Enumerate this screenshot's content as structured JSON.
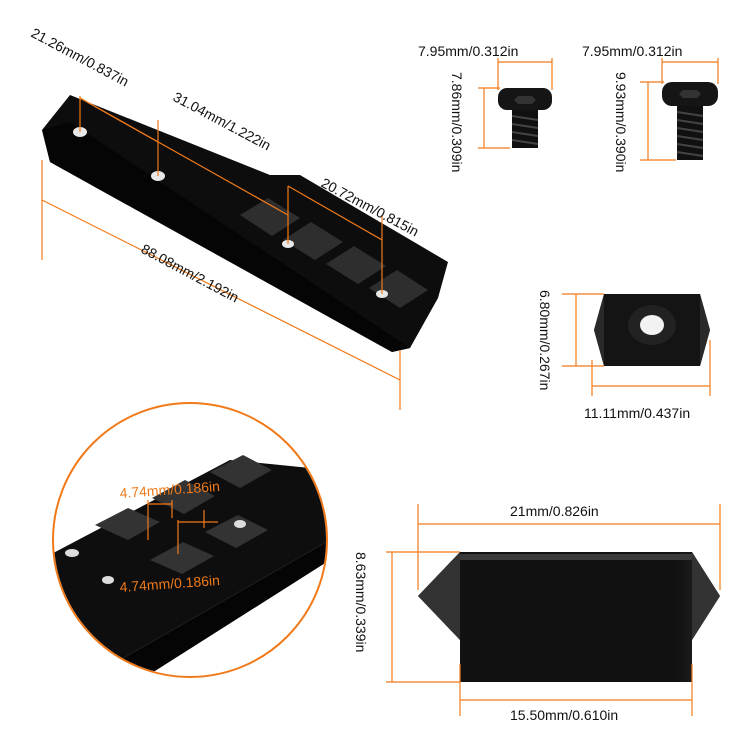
{
  "rail": {
    "hole_spacing_1": "21.26mm/0.837in",
    "hole_spacing_2": "31.04mm/1.222in",
    "rail_length": "20.72mm/0.815in",
    "total_length": "88.08mm/2.192in"
  },
  "screw_short": {
    "head_diameter": "7.95mm/0.312in",
    "length": "7.86mm/0.309in"
  },
  "screw_long": {
    "head_diameter": "7.95mm/0.312in",
    "length": "9.93mm/0.390in"
  },
  "nut": {
    "height": "6.80mm/0.267in",
    "width": "11.11mm/0.437in"
  },
  "detail": {
    "slot_width": "4.74mm/0.186in",
    "slot_spacing": "4.74mm/0.186in"
  },
  "profile": {
    "top_width": "21mm/0.826in",
    "height": "8.63mm/0.339in",
    "base_width": "15.50mm/0.610in"
  },
  "colors": {
    "accent": "#f07a1a",
    "part": "#0d0d0d"
  }
}
